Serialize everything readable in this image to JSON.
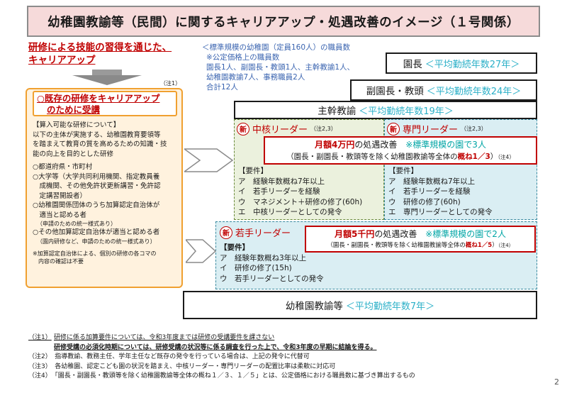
{
  "title": "幼稚園教諭等（民間）に関するキャリアアップ・処遇改善のイメージ（１号関係）",
  "left_heading": {
    "line1": "研修による技能の習得を通じた、",
    "line2": "キャリアアップ"
  },
  "staff_note": {
    "line1": "＜標準規模の幼稚園（定員160人）の職員数",
    "line2": "※公定価格上の職員数",
    "line3": "園長1人、副園長・教頭1人、主幹教諭1人、",
    "line4": "幼稚園教諭7人、事務職員2人",
    "line5": "合計12人"
  },
  "ranks": {
    "principal": {
      "label": "園長",
      "years": "＜平均勤続年数27年＞"
    },
    "vice": {
      "label": "副園長・教頭",
      "years": "＜平均勤続年数24年＞"
    },
    "chief": {
      "label": "主幹教諭",
      "years": "＜平均勤続年数19年＞"
    },
    "teacher": {
      "label": "幼稚園教諭等",
      "years": "＜平均勤続年数7年＞"
    }
  },
  "training": {
    "note_ref": "（注1）",
    "heading_line1": "○既存の研修をキャリアアップ",
    "heading_line2": "のために受講",
    "lines": [
      "【算入可能な研修について】",
      "以下の主体が実施する、幼稚園教育要領等",
      "を踏まえて教育の質を高めるための知識・技",
      "能の向上を目的とした研修",
      "",
      "○都道府県・市町村",
      "○大学等（大学共同利用機関、指定教員養",
      "　成機関、その他免許状更新講習・免許認",
      "　定講習開設者）",
      "○幼稚園関係団体のうち加算認定自治体が",
      "　適当と認める者"
    ],
    "sub1": "（申請のための統一様式あり）",
    "lines2": [
      "○その他加算認定自治体が適当と認める者"
    ],
    "sub2": "（園内研修など、申請のための統一様式あり）",
    "footer1": "※加算認定自治体による、個別の研修の各コマの",
    "footer2": "　内容の確認は不要"
  },
  "middle_leader": {
    "badge": "新",
    "name": "中核リーダー",
    "note": "（注2,3）",
    "requirements_title": "【要件】",
    "requirements": [
      "ア　経験年数概ね7年以上",
      "イ　若手リーダーを経験",
      "ウ　マネジメント＋研修の修了(60h)",
      "エ　中核リーダーとしての発令"
    ]
  },
  "specialist_leader": {
    "badge": "新",
    "name": "専門リーダー",
    "note": "（注2,3）",
    "requirements_title": "【要件】",
    "requirements": [
      "ア　経験年数概ね7年以上",
      "イ　若手リーダーを経験",
      "ウ　研修の修了(60h)",
      "エ　専門リーダーとしての発令"
    ]
  },
  "middle_pay": {
    "amount": "月額4万円",
    "text": "の処遇改善",
    "std": "※標準規模の園で3人",
    "line2a": "（園長・副園長・教頭等を除く幼稚園教諭等全体の",
    "line2b": "概ね1／3",
    "line2c": "）",
    "line2note": "（注4）"
  },
  "young_leader": {
    "badge": "新",
    "name": "若手リーダー",
    "requirements_title": "【要件】",
    "requirements": [
      "ア　経験年数概ね3年以上",
      "イ　研修の修了(15h)",
      "ウ　若手リーダーとしての発令"
    ]
  },
  "young_pay": {
    "amount": "月額5千円",
    "text": "の処遇改善",
    "std": "※標準規模の園で2人",
    "line2a": "（園長・副園長・教頭等を除く幼稚園教諭等全体の",
    "line2b": "概ね1／5",
    "line2c": "）",
    "line2note": "（注4）"
  },
  "notes": {
    "n1_label": "（注1）",
    "n1_line1": "研修に係る加算要件については、令和3年度までは研修の受講要件を課さない",
    "n1_line2": "研修受講の必須化時期については、研修受講の状況等に係る調査を行った上で、令和3年度の早期に結論を得る。",
    "n2": "（注2）　指導教諭、教務主任、学年主任など既存の発令を行っている場合は、上記の発令に代替可",
    "n3": "（注3）　各幼稚園、認定こども園の状況を踏まえ、中核リーダー・専門リーダーの配置比率は柔軟に対応可",
    "n4": "（注4）　「園長・副園長・教頭等を除く幼稚園教諭等全体の概ね１／３、１／５」とは、公定価格における職員数に基づき算出するもの"
  },
  "page_number": "2",
  "colors": {
    "title_bg": "#f6dada",
    "training_bg": "#fff2de",
    "training_border": "#f0a030",
    "middle_bg": "#ebf1dd",
    "specialist_bg": "#daeef3",
    "accent_red": "#c00000",
    "accent_teal": "#00a5a5"
  }
}
